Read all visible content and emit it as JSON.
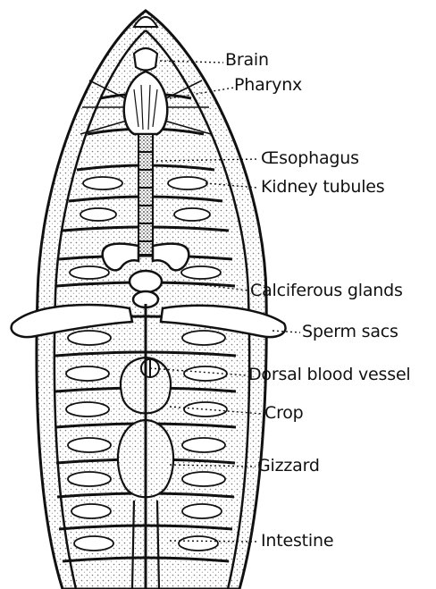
{
  "labels": {
    "brain": "Brain",
    "pharynx": "Pharynx",
    "esophagus": "Œsophagus",
    "kidney_tubules": "Kidney tubules",
    "calciferous_glands": "Calciferous glands",
    "sperm_sacs": "Sperm sacs",
    "dorsal_blood_vessel": "Dorsal blood vessel",
    "crop": "Crop",
    "gizzard": "Gizzard",
    "intestine": "Intestine"
  },
  "colors": {
    "ink": "#111111",
    "paper": "#ffffff",
    "stipple": "#9a9a9a"
  }
}
